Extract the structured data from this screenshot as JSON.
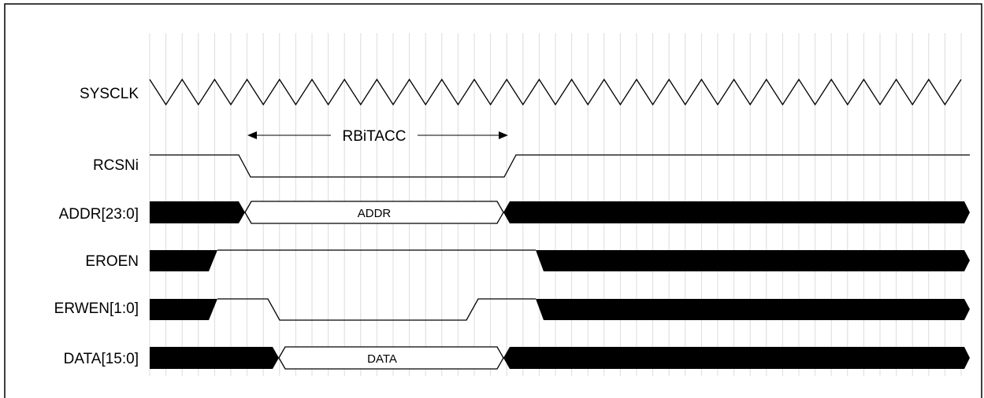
{
  "diagram": {
    "signals": {
      "sysclk": "SYSCLK",
      "rcsni": "RCSNi",
      "addr": "ADDR[23:0]",
      "eroen": "EROEN",
      "erwen": "ERWEN[1:0]",
      "data": "DATA[15:0]"
    },
    "bus_values": {
      "addr": "ADDR",
      "data": "DATA"
    },
    "annotation": "RBiTACC",
    "clock_cycles": 25
  }
}
